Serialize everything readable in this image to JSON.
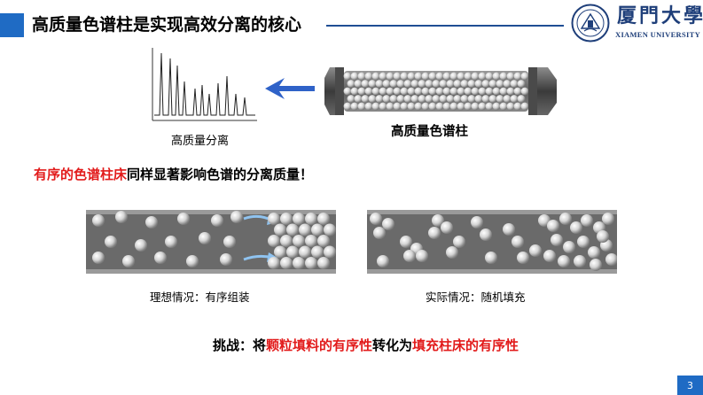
{
  "slide": {
    "title": "高质量色谱柱是实现高效分离的核心",
    "page_number": "3"
  },
  "logo": {
    "name_cn": "厦門大學",
    "name_en": "XIAMEN UNIVERSITY",
    "color": "#1f3f7a"
  },
  "top_figure": {
    "chromatogram_label": "高质量分离",
    "column_label": "高质量色谱柱"
  },
  "statement": {
    "highlight": "有序的色谱柱床",
    "rest": "同样显著影响色谱的分离质量！"
  },
  "panels": {
    "ideal_caption": "理想情况：有序组装",
    "actual_caption": "实际情况：随机填充"
  },
  "challenge": {
    "prefix": "挑战：将",
    "highlight1": "颗粒填料的有序性",
    "middle": "转化为",
    "highlight2": "填充柱床的有序性"
  },
  "colors": {
    "accent": "#1f6bc4",
    "highlight": "#e21b1b"
  }
}
